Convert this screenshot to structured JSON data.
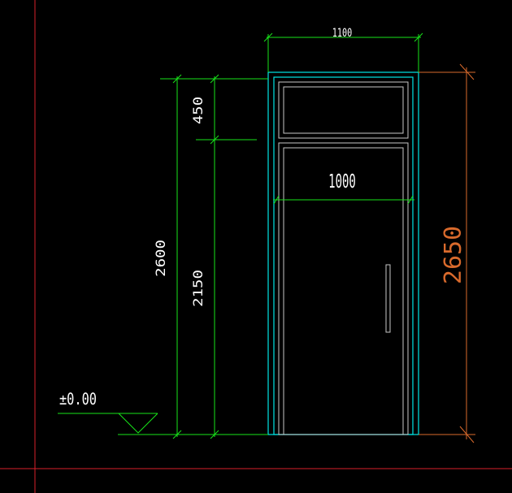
{
  "drawing": {
    "colors": {
      "background": "#000000",
      "grid_lines": "#d9202a",
      "dimension_green": "#18e41a",
      "frame_cyan": "#00e5e5",
      "inner_gray": "#c8c8c8",
      "dimension_orange": "#d96a2c",
      "text_white": "#ffffff"
    },
    "dimensions": {
      "top_width": "1100",
      "inner_width": "1000",
      "total_height_left": "2600",
      "upper_height": "450",
      "lower_height": "2150",
      "total_height_right": "2650"
    },
    "level_mark": {
      "label": "±0.00"
    }
  }
}
